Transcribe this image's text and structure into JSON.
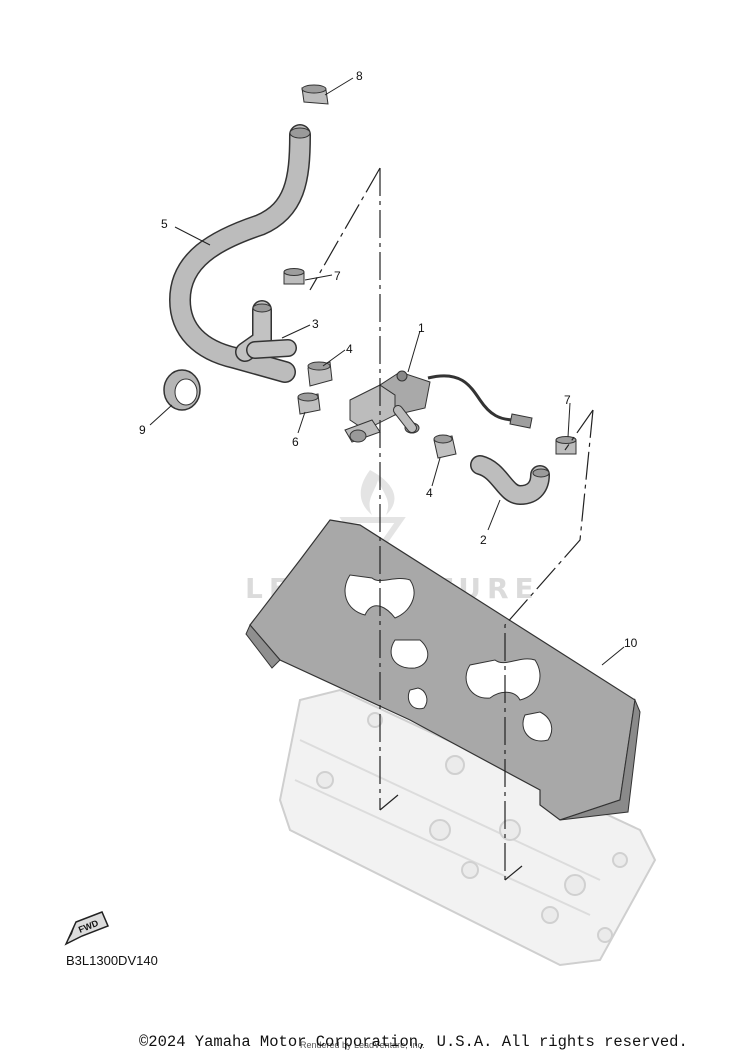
{
  "diagram": {
    "code": "B3L1300DV140",
    "watermark": "LEADVENTURE",
    "fwd_label": "FWD",
    "colors": {
      "part_fill": "#b9b9b9",
      "shield_fill": "#a6a6a6",
      "engine_fill": "#efefef",
      "line": "#222222"
    }
  },
  "callouts": [
    {
      "id": "1",
      "label": "1"
    },
    {
      "id": "2",
      "label": "2"
    },
    {
      "id": "3",
      "label": "3"
    },
    {
      "id": "4a",
      "label": "4"
    },
    {
      "id": "4b",
      "label": "4"
    },
    {
      "id": "5",
      "label": "5"
    },
    {
      "id": "6",
      "label": "6"
    },
    {
      "id": "7a",
      "label": "7"
    },
    {
      "id": "7b",
      "label": "7"
    },
    {
      "id": "8",
      "label": "8"
    },
    {
      "id": "9",
      "label": "9"
    },
    {
      "id": "10",
      "label": "10"
    }
  ],
  "footer": {
    "copyright": "©2024 Yamaha Motor Corporation, U.S.A. All rights reserved.",
    "rendered_by": "Rendered by LeadVenture, Inc."
  }
}
